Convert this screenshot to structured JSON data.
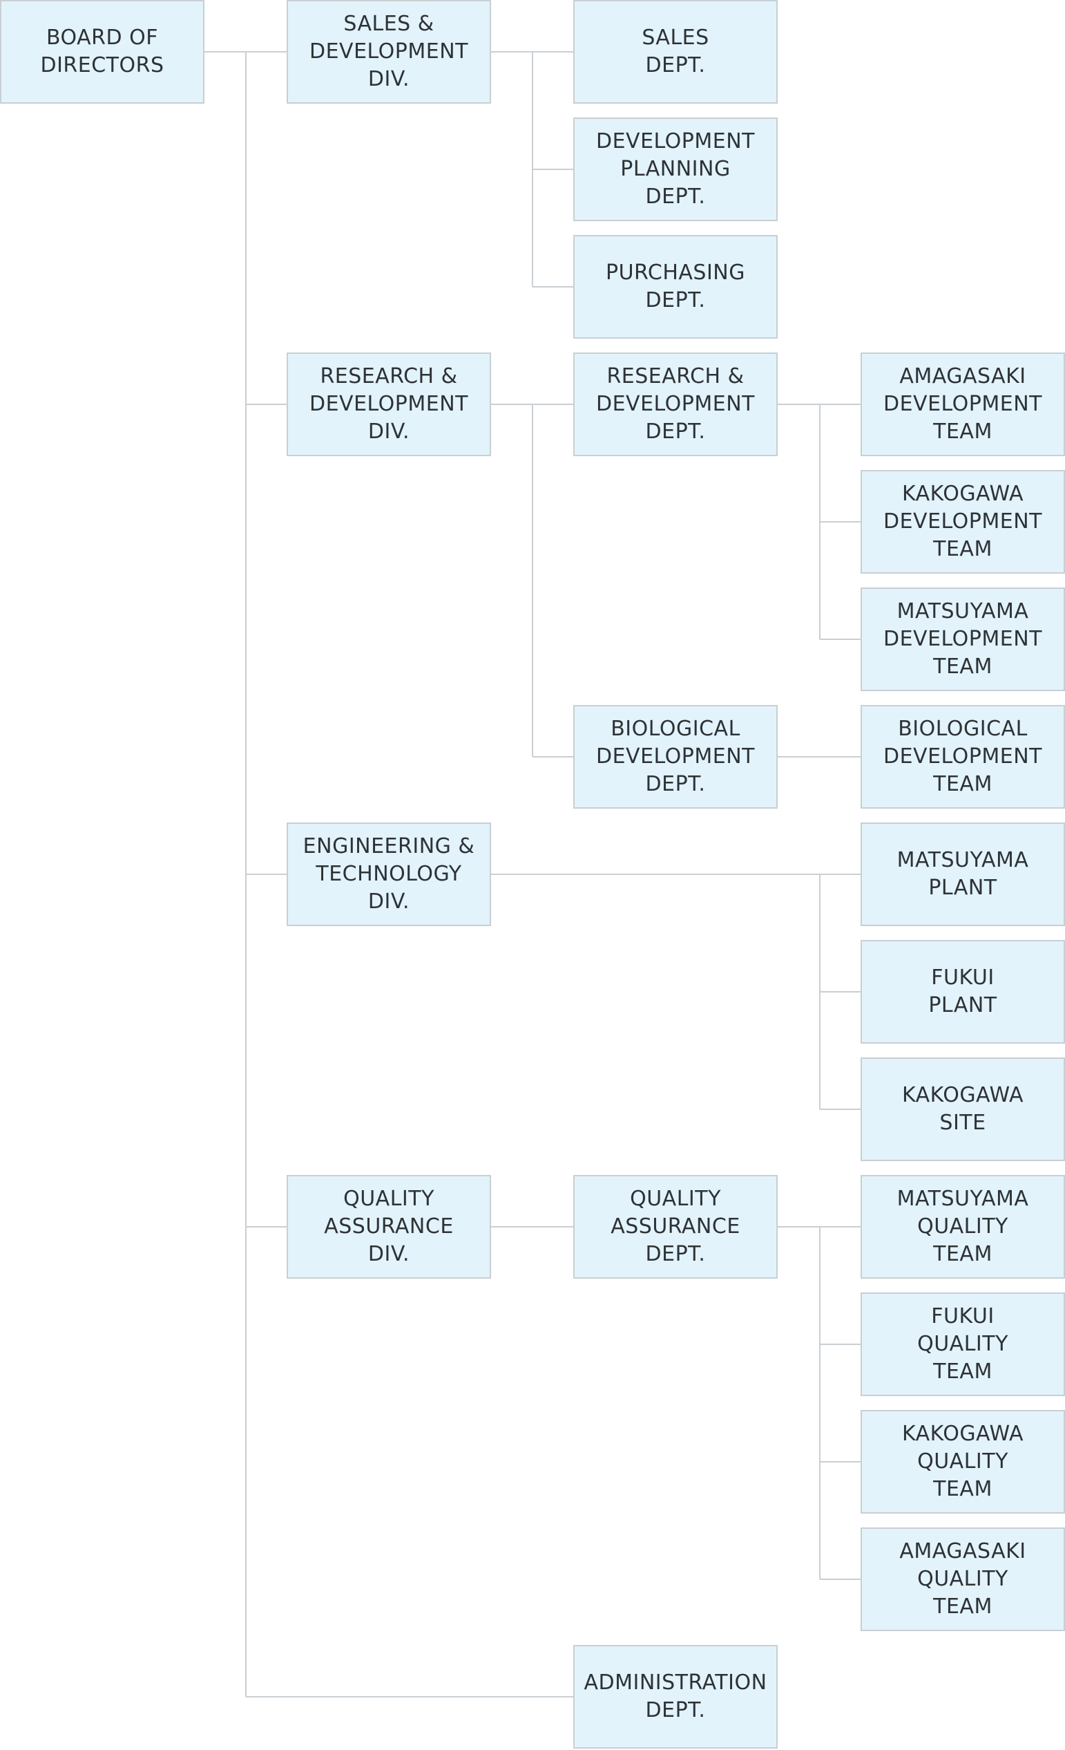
{
  "org_chart": {
    "board": "BOARD OF\nDIRECTORS",
    "sales_dev_div": "SALES &\nDEVELOPMENT\nDIV.",
    "sales_dept": "SALES\nDEPT.",
    "dev_planning_dept": "DEVELOPMENT\nPLANNING\nDEPT.",
    "purchasing_dept": "PURCHASING\nDEPT.",
    "rd_div": "RESEARCH &\nDEVELOPMENT\nDIV.",
    "rd_dept": "RESEARCH &\nDEVELOPMENT\nDEPT.",
    "amagasaki_dev_team": "AMAGASAKI\nDEVELOPMENT\nTEAM",
    "kakogawa_dev_team": "KAKOGAWA\nDEVELOPMENT\nTEAM",
    "matsuyama_dev_team": "MATSUYAMA\nDEVELOPMENT\nTEAM",
    "bio_dev_dept": "BIOLOGICAL\nDEVELOPMENT\nDEPT.",
    "bio_dev_team": "BIOLOGICAL\nDEVELOPMENT\nTEAM",
    "eng_tech_div": "ENGINEERING &\nTECHNOLOGY\nDIV.",
    "matsuyama_plant": "MATSUYAMA\nPLANT",
    "fukui_plant": "FUKUI\nPLANT",
    "kakogawa_site": "KAKOGAWA\nSITE",
    "qa_div": "QUALITY\nASSURANCE\nDIV.",
    "qa_dept": "QUALITY\nASSURANCE\nDEPT.",
    "matsuyama_quality_team": "MATSUYAMA\nQUALITY\nTEAM",
    "fukui_quality_team": "FUKUI\nQUALITY\nTEAM",
    "kakogawa_quality_team": "KAKOGAWA\nQUALITY\nTEAM",
    "amagasaki_quality_team": "AMAGASAKI\nQUALITY\nTEAM",
    "admin_dept": "ADMINISTRATION\nDEPT."
  },
  "colors": {
    "box_fill": "#e2f3fb",
    "box_border": "#c9cfd3",
    "connector": "#c9cfd3",
    "text": "#2e3236"
  }
}
